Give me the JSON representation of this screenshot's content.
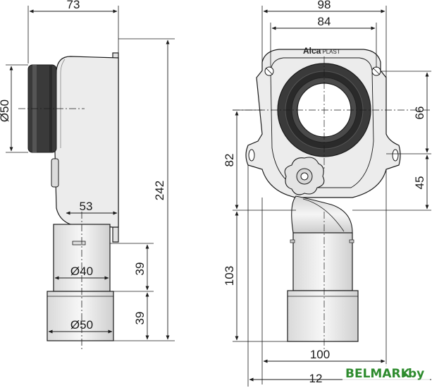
{
  "dimensions": {
    "side_width": "73",
    "side_pipe_diameter": "Ø50",
    "side_offset": "53",
    "side_total_height": "242",
    "side_lower_diameter": "Ø40",
    "side_outlet_diameter": "Ø50",
    "side_lower_height_1": "39",
    "side_lower_height_2": "39",
    "front_outer_width": "98",
    "front_inner_width": "84",
    "front_upper_height": "66",
    "front_height_45": "45",
    "front_height_82": "82",
    "front_height_103": "103",
    "front_bottom_width": "100",
    "front_total_width": "12"
  },
  "brand": {
    "logo_main": "Alca",
    "logo_sub": "PLAST"
  },
  "watermark": {
    "text_main": "BELMARK",
    "text_tld": "by"
  },
  "colors": {
    "line": "#1a1a1a",
    "body_fill": "#ececec",
    "gasket": "#3a3a3a",
    "watermark": "#2e8b2e"
  }
}
